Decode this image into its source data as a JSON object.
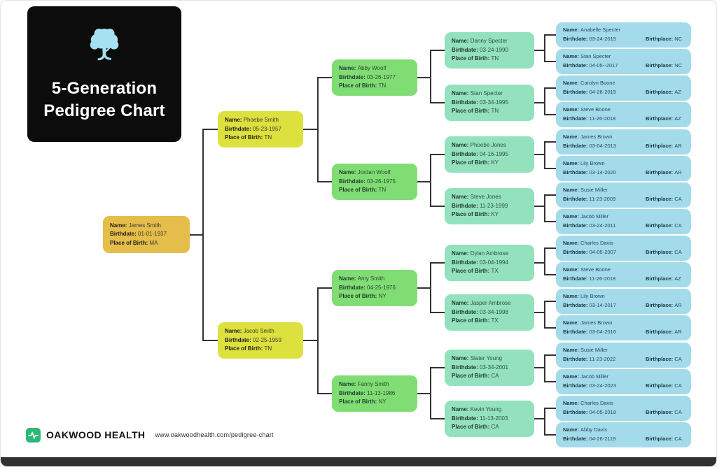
{
  "header": {
    "title_line1": "5-Generation",
    "title_line2": "Pedigree Chart"
  },
  "labels": {
    "name": "Name:",
    "birthdate": "Birthdate:",
    "place_of_birth": "Place of Birth:",
    "birthplace": "Birthplace:"
  },
  "gen1": [
    {
      "name": "James Smith",
      "birthdate": "01-01-1937",
      "place": "MA"
    }
  ],
  "gen2": [
    {
      "name": "Phoebe Smith",
      "birthdate": "05-23-1957",
      "place": "TN"
    },
    {
      "name": "Jacob Smith",
      "birthdate": "02-25-1959",
      "place": "TN"
    }
  ],
  "gen3": [
    {
      "name": "Abby Woolf",
      "birthdate": "03-26-1977",
      "place": "TN"
    },
    {
      "name": "Jordan Woolf",
      "birthdate": "03-26-1975",
      "place": "TN"
    },
    {
      "name": "Amy Smith",
      "birthdate": "04-25-1976",
      "place": "NY"
    },
    {
      "name": "Fanny Smith",
      "birthdate": "11-13-1986",
      "place": "NY"
    }
  ],
  "gen4": [
    {
      "name": "Danny Specter",
      "birthdate": "03-24-1990",
      "place": "TN"
    },
    {
      "name": "Stan Specter",
      "birthdate": "03-34-1995",
      "place": "TN"
    },
    {
      "name": "Phoebe Jones",
      "birthdate": "04-16-1995",
      "place": "KY"
    },
    {
      "name": "Steve Jones",
      "birthdate": "11-23-1999",
      "place": "KY"
    },
    {
      "name": "Dylan Ambrose",
      "birthdate": "03-04-1994",
      "place": "TX"
    },
    {
      "name": "Jasper Ambrose",
      "birthdate": "03-34-1998",
      "place": "TX"
    },
    {
      "name": "Slater Young",
      "birthdate": "03-34-2001",
      "place": "CA"
    },
    {
      "name": "Kevin Young",
      "birthdate": "11-13-2003",
      "place": "CA"
    }
  ],
  "gen5": [
    {
      "name": "Anabelle Specter",
      "birthdate": "03-24-2015",
      "place": "NC"
    },
    {
      "name": "Stan Specter",
      "birthdate": "04-05--2017",
      "place": "NC"
    },
    {
      "name": "Carolyn Boone",
      "birthdate": "04-26-2015",
      "place": "AZ"
    },
    {
      "name": "Steve Boone",
      "birthdate": "11-26-2018",
      "place": "AZ"
    },
    {
      "name": "James Brown",
      "birthdate": "03-04-2013",
      "place": "AR"
    },
    {
      "name": "Lily Brown",
      "birthdate": "03-14-2020",
      "place": "AR"
    },
    {
      "name": "Susie Miller",
      "birthdate": "11-23-2009",
      "place": "CA"
    },
    {
      "name": "Jacob Miller",
      "birthdate": "03-24-2011",
      "place": "CA"
    },
    {
      "name": "Charles Davis",
      "birthdate": "04-05-2007",
      "place": "CA"
    },
    {
      "name": "Steve Boone",
      "birthdate": "11-26-2018",
      "place": "AZ"
    },
    {
      "name": "Lily Brown",
      "birthdate": "03-14-2017",
      "place": "AR"
    },
    {
      "name": "James Brown",
      "birthdate": "03-04-2016",
      "place": "AR"
    },
    {
      "name": "Susie Miller",
      "birthdate": "11-23-2022",
      "place": "CA"
    },
    {
      "name": "Jacob Miller",
      "birthdate": "03-24-2023",
      "place": "CA"
    },
    {
      "name": "Charles Davis",
      "birthdate": "04-05-2018",
      "place": "CA"
    },
    {
      "name": "Abby Davis",
      "birthdate": "04-26-2119",
      "place": "CA"
    }
  ],
  "footer": {
    "brand": "OAKWOOD HEALTH",
    "url": "www.oakwoodhealth.com/pedigree-chart"
  },
  "colors": {
    "gen1_box": "#e5bd4b",
    "gen2_box": "#dde13e",
    "gen3_box": "#80dd74",
    "gen4_box": "#93e2bd",
    "gen5_box": "#a4dbeb",
    "connector_line": "#333333",
    "title_bg": "#0c0c0c",
    "tree_icon": "#a6e1f2",
    "footer_icon": "#2eb877"
  }
}
